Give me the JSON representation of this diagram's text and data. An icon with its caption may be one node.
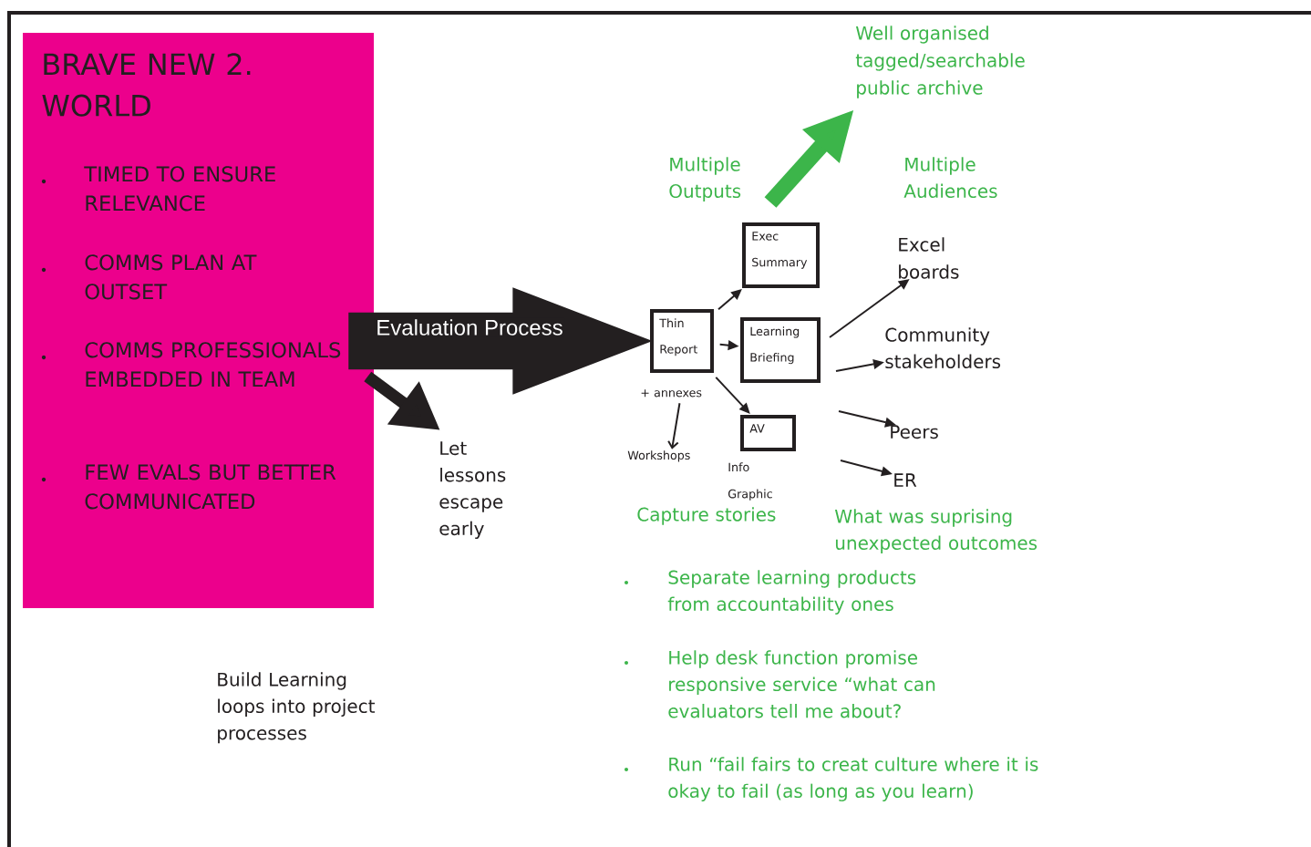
{
  "diagram": {
    "nodes": [
      {
        "text": [
          "BRAVE NEW 2. WORLD",
          "TIMED TO ENSURE RELEVANCE",
          "COMMS PLAN AT OUTSET",
          "COMMS PROFESSIONALS EMBEDDED IN TEAM",
          "FEW EVALS BUT BETTER COMMUNICATED"
        ]
      },
      {
        "text": [
          "Well organised tagged/searchable public archive"
        ]
      },
      {
        "text": [
          "Thin Report"
        ]
      },
      {
        "text": [
          "Exec Summary"
        ]
      },
      {
        "text": [
          "Learning Briefing"
        ]
      },
      {
        "text": [
          "AV"
        ],
        "beside": [
          "Info Graphic"
        ]
      },
      {
        "text": [
          "Let lessons escape early"
        ]
      },
      {
        "text": [
          "+ annexes"
        ]
      },
      {
        "text": [
          "Workshops"
        ]
      },
      {
        "text": [
          "Excel boards"
        ]
      },
      {
        "text": [
          "Community stakeholders"
        ]
      },
      {
        "text": [
          "Peers"
        ]
      },
      {
        "text": [
          "ER"
        ]
      }
    ],
    "edges": [
      {
        "from": 0,
        "to": 2,
        "arrow": "to",
        "label": "Evaluation Process",
        "style": "thick"
      },
      {
        "from": 0,
        "to": 6,
        "arrow": "to",
        "style": "thick"
      },
      {
        "from": 2,
        "to": 3,
        "arrow": "to"
      },
      {
        "from": 2,
        "to": 4,
        "arrow": "to"
      },
      {
        "from": 2,
        "to": 5,
        "arrow": "to"
      },
      {
        "from": 7,
        "to": 8,
        "arrow": "to"
      },
      {
        "from": 4,
        "to": 9,
        "arrow": "to"
      },
      {
        "from": 4,
        "to": 10,
        "arrow": "to"
      },
      {
        "from": null,
        "to": 11,
        "arrow": "to"
      },
      {
        "from": null,
        "to": 12,
        "arrow": "to"
      },
      {
        "from": null,
        "to": 1,
        "arrow": "to",
        "style": "thick",
        "color": "#3cb54a"
      }
    ],
    "labels": [
      "Multiple Outputs",
      "Multiple Audiences",
      "Capture stories",
      "What was suprising unexpected outcomes",
      "Separate learning products from accountability ones",
      "Help desk function promise responsive service “what can evaluators tell me about?",
      "Run “fail fairs to creat culture where it is okay to fail (as long as you learn)",
      "Build Learning loops into project processes"
    ]
  }
}
